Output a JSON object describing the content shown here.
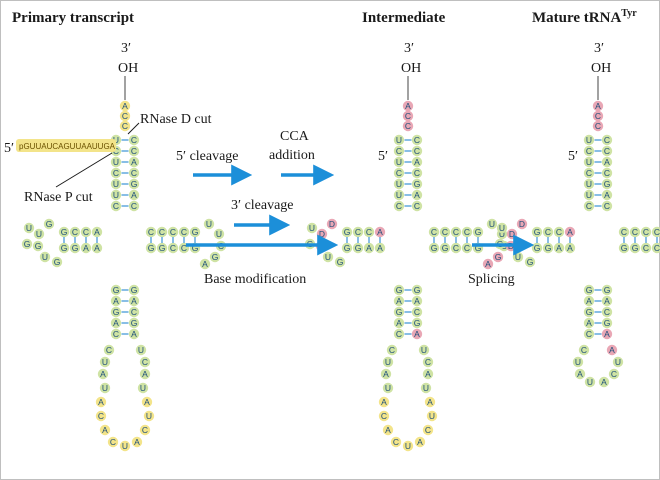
{
  "panels": {
    "primary": {
      "title": "Primary transcript"
    },
    "intermediate": {
      "title": "Intermediate"
    },
    "mature": {
      "title": "Mature tRNA",
      "title_sup": "Tyr"
    }
  },
  "ends": {
    "three_prime": "3′",
    "oh": "OH",
    "five_prime": "5′"
  },
  "leader_sequence": "pGUUAUCAGUUAAUUGA",
  "labels": {
    "rnase_d": "RNase D cut",
    "rnase_p": "RNase P cut",
    "cleave5": "5′ cleavage",
    "cca_1": "CCA",
    "cca_2": "addition",
    "cleave3": "3′ cleavage",
    "base_mod": "Base modification",
    "splicing": "Splicing"
  },
  "colors": {
    "unpaired_base": "#cfe3a4",
    "leader_and_intron": "#f3e48a",
    "modified_base": "#e9a7b5",
    "arrow": "#1c8fd9",
    "base_pair_tick": "#3a93d6"
  },
  "sequences": {
    "d_loop": [
      "G",
      "U",
      "G",
      "U"
    ],
    "d_stem_top": [
      "A",
      "C",
      "C",
      "G"
    ],
    "d_stem_bottom": [
      "A",
      "A",
      "G",
      "G",
      "C"
    ],
    "acceptor_5": [
      "U",
      "C",
      "U",
      "C",
      "U"
    ],
    "acceptor_3": [
      "A",
      "C",
      "C",
      "A",
      "C",
      "G"
    ],
    "t_stem_top": [
      "C",
      "C",
      "C",
      "C",
      "G"
    ],
    "t_stem_bottom": [
      "G",
      "G",
      "C",
      "C",
      "G"
    ],
    "t_loop": [
      "U",
      "U",
      "C",
      "G",
      "A"
    ],
    "anticodon_stem": [
      "G",
      "A",
      "G",
      "A",
      "C"
    ],
    "anticodon_loop": [
      "C",
      "U",
      "A",
      "U",
      "A"
    ],
    "intron": [
      "U",
      "A",
      "C",
      "U",
      "A",
      "C",
      "A",
      "C"
    ]
  }
}
